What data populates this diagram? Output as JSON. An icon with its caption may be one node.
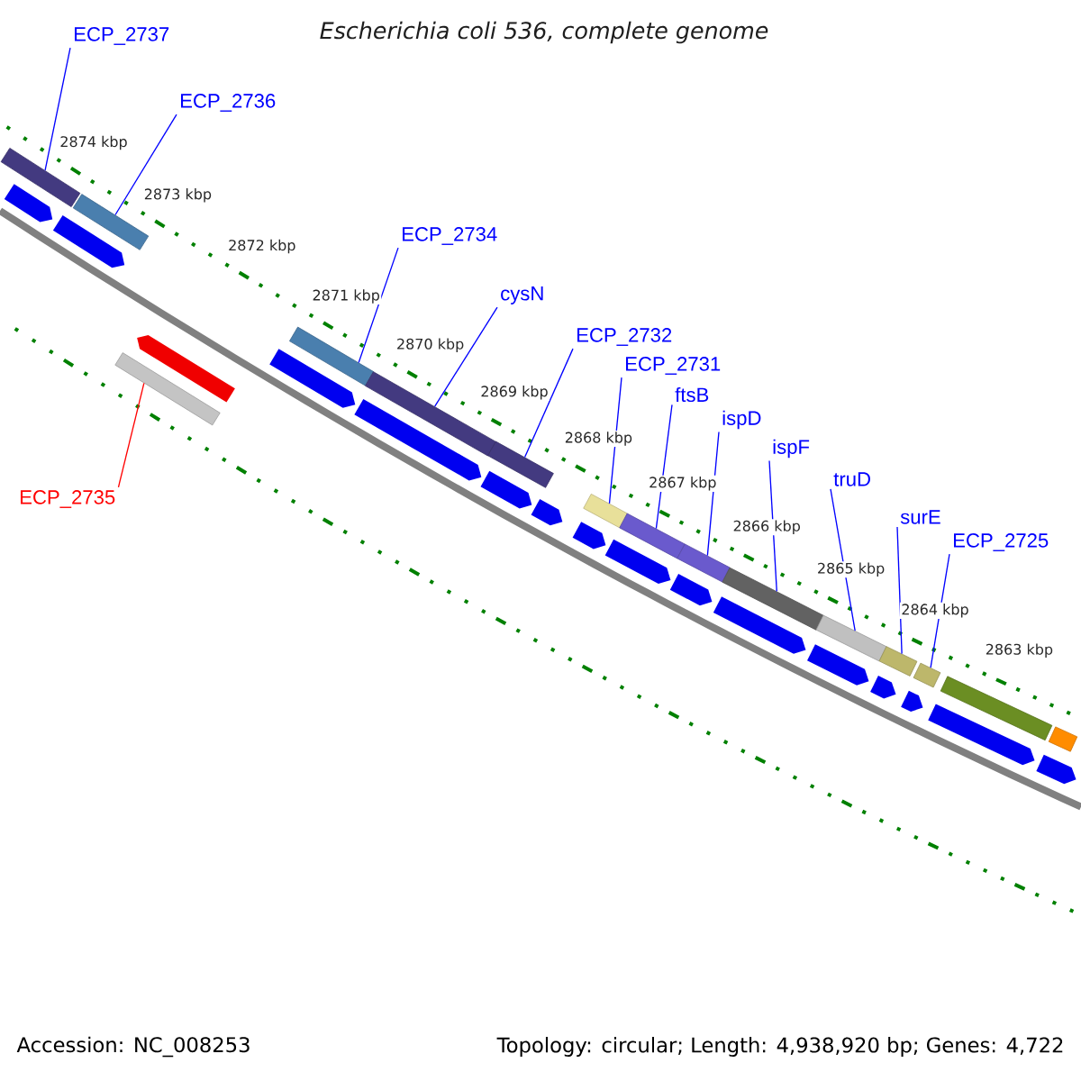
{
  "diagram": {
    "title": "Escherichia coli 536, complete genome",
    "nodes": [
      {
        "text": [
          "ECP_2737"
        ]
      },
      {
        "text": [],
        "shape": "bar"
      },
      {
        "text": [
          "ECP_2736"
        ]
      },
      {
        "text": [],
        "shape": "bar"
      },
      {
        "text": [
          "ECP_2735"
        ]
      },
      {
        "text": [],
        "shape": "bar"
      },
      {
        "text": [
          "ECP_2734"
        ]
      },
      {
        "text": [],
        "shape": "bar"
      },
      {
        "text": [
          "cysN"
        ]
      },
      {
        "text": [],
        "shape": "bar"
      },
      {
        "text": [
          "ECP_2732"
        ]
      },
      {
        "text": [],
        "shape": "bar"
      },
      {
        "text": [
          "ECP_2731"
        ]
      },
      {
        "text": [],
        "shape": "bar"
      },
      {
        "text": [
          "ftsB"
        ]
      },
      {
        "text": [],
        "shape": "bar"
      },
      {
        "text": [
          "ispD"
        ]
      },
      {
        "text": [],
        "shape": "bar"
      },
      {
        "text": [
          "ispF"
        ]
      },
      {
        "text": [],
        "shape": "bar"
      },
      {
        "text": [
          "truD"
        ]
      },
      {
        "text": [],
        "shape": "bar"
      },
      {
        "text": [
          "surE"
        ]
      },
      {
        "text": [],
        "shape": "bar"
      },
      {
        "text": [
          "ECP_2725"
        ]
      },
      {
        "text": [],
        "shape": "bar"
      },
      {
        "text": [],
        "shape": "bar"
      },
      {
        "text": [],
        "shape": "bar"
      },
      {
        "text": [],
        "shape": "arrow"
      },
      {
        "text": [],
        "shape": "arrow"
      },
      {
        "text": [],
        "shape": "arrow"
      },
      {
        "text": [],
        "shape": "arrow"
      },
      {
        "text": [],
        "shape": "arrow"
      },
      {
        "text": [],
        "shape": "arrow"
      },
      {
        "text": [],
        "shape": "arrow"
      },
      {
        "text": [],
        "shape": "arrow"
      },
      {
        "text": [],
        "shape": "arrow"
      },
      {
        "text": [],
        "shape": "arrow"
      },
      {
        "text": [],
        "shape": "arrow"
      },
      {
        "text": [],
        "shape": "arrow"
      },
      {
        "text": [],
        "shape": "arrow"
      },
      {
        "text": [],
        "shape": "arrow"
      },
      {
        "text": [],
        "shape": "arrow"
      },
      {
        "text": [],
        "shape": "arrow"
      }
    ],
    "edges": [
      {
        "from": 0,
        "to": 1,
        "arrow": "none"
      },
      {
        "from": 2,
        "to": 3,
        "arrow": "none"
      },
      {
        "from": 4,
        "to": 5,
        "arrow": "none",
        "color": "#ff0000"
      },
      {
        "from": 6,
        "to": 7,
        "arrow": "none"
      },
      {
        "from": 8,
        "to": 9,
        "arrow": "none"
      },
      {
        "from": 10,
        "to": 11,
        "arrow": "none"
      },
      {
        "from": 12,
        "to": 13,
        "arrow": "none"
      },
      {
        "from": 14,
        "to": 15,
        "arrow": "none"
      },
      {
        "from": 16,
        "to": 17,
        "arrow": "none"
      },
      {
        "from": 18,
        "to": 19,
        "arrow": "none"
      },
      {
        "from": 20,
        "to": 21,
        "arrow": "none"
      },
      {
        "from": 22,
        "to": 23,
        "arrow": "none"
      },
      {
        "from": 24,
        "to": 25,
        "arrow": "none"
      }
    ],
    "labels": [
      "2874 kbp",
      "2873 kbp",
      "2872 kbp",
      "2871 kbp",
      "2870 kbp",
      "2869 kbp",
      "2868 kbp",
      "2867 kbp",
      "2866 kbp",
      "2865 kbp",
      "2864 kbp",
      "2863 kbp",
      "Accession: NC_008253",
      "Topology: circular; Length: 4,938,920 bp; Genes: 4,722"
    ]
  }
}
